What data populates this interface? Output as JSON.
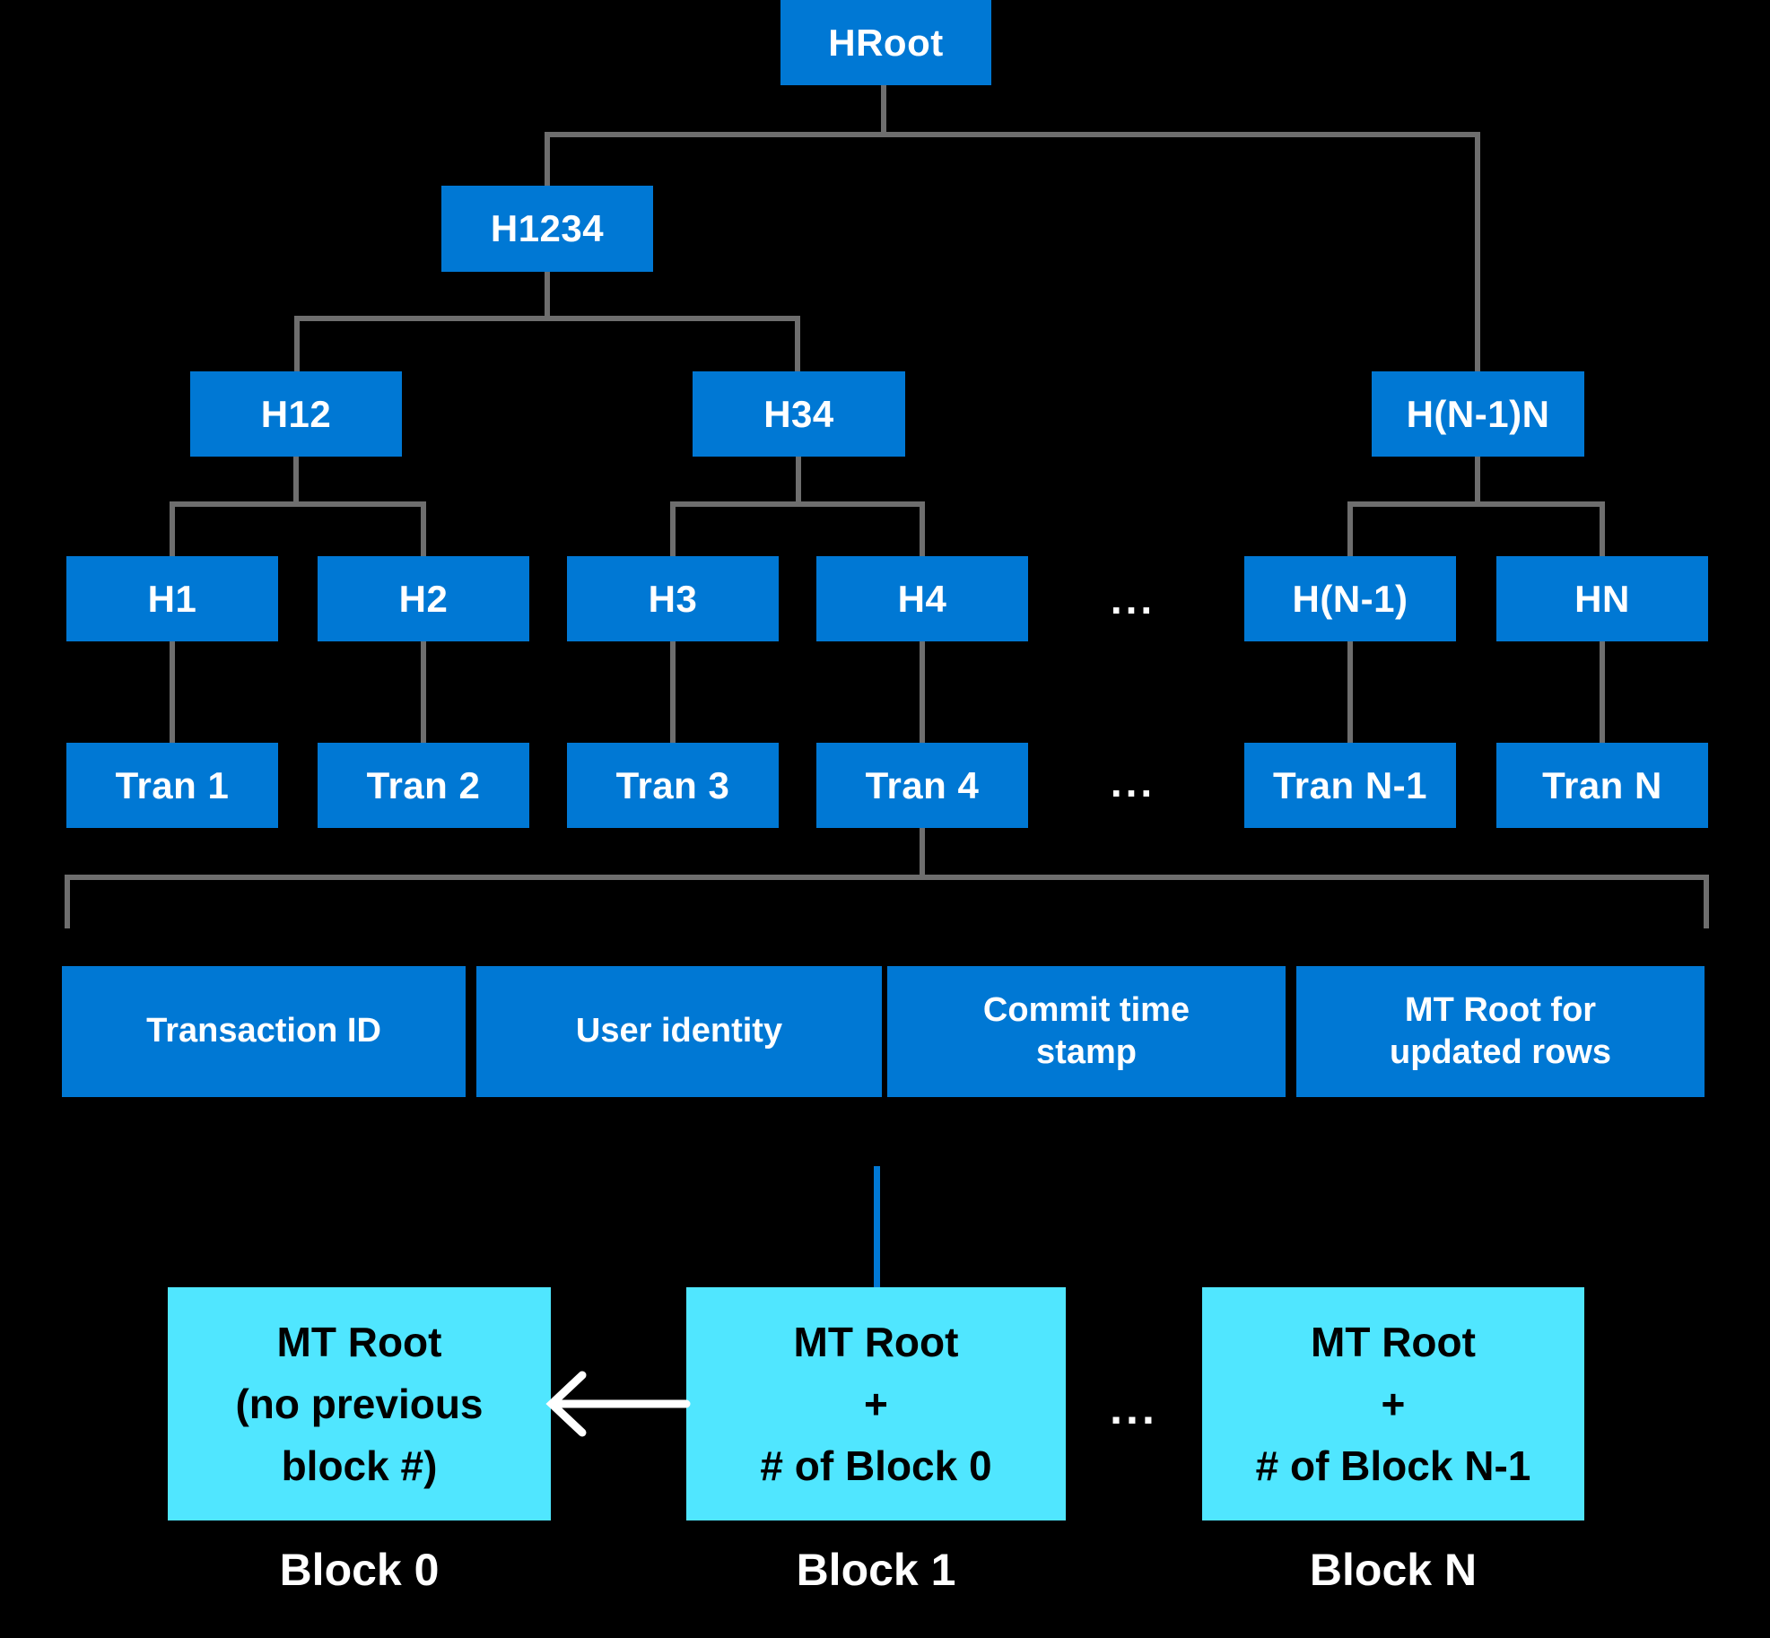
{
  "palette": {
    "node_blue": "#0078D4",
    "block_cyan": "#50E6FF",
    "line_gray": "#6E6E6E",
    "connector_blue": "#0078D4",
    "background": "#000000",
    "node_text": "#FFFFFF",
    "block_text": "#000000"
  },
  "tree": {
    "root": {
      "label": "HRoot"
    },
    "level2": [
      {
        "label": "H1234"
      }
    ],
    "level3": [
      {
        "label": "H12"
      },
      {
        "label": "H34"
      },
      {
        "label": "H(N-1)N"
      }
    ],
    "level4": [
      {
        "label": "H1"
      },
      {
        "label": "H2"
      },
      {
        "label": "H3"
      },
      {
        "label": "H4"
      },
      {
        "label": "H(N-1)"
      },
      {
        "label": "HN"
      }
    ],
    "level5": [
      {
        "label": "Tran 1"
      },
      {
        "label": "Tran 2"
      },
      {
        "label": "Tran 3"
      },
      {
        "label": "Tran 4"
      },
      {
        "label": "Tran N-1"
      },
      {
        "label": "Tran N"
      }
    ]
  },
  "ellipsis": {
    "hash_row": "...",
    "tran_row": "...",
    "block_row": "..."
  },
  "fields": [
    {
      "label": "Transaction ID"
    },
    {
      "label": "User identity"
    },
    {
      "label": "Commit time\nstamp"
    },
    {
      "label": "MT Root for\nupdated rows"
    }
  ],
  "blocks": [
    {
      "content": "MT Root\n(no previous\nblock #)",
      "caption": "Block 0"
    },
    {
      "content": "MT Root\n+\n# of Block 0",
      "caption": "Block 1"
    },
    {
      "content": "MT Root\n+\n# of Block N-1",
      "caption": "Block N"
    }
  ]
}
